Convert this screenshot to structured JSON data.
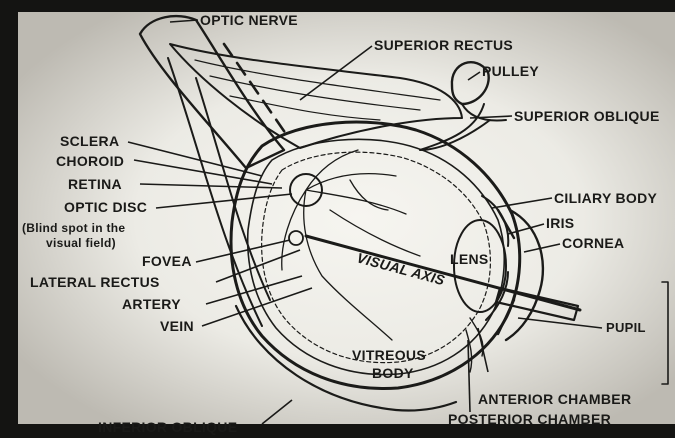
{
  "colors": {
    "paper": "#d9d6cf",
    "frame": "#141412",
    "ink": "#1b1b19",
    "highlight": "#f2f1ec"
  },
  "labels": {
    "optic_nerve": "OPTIC NERVE",
    "superior_rectus": "SUPERIOR RECTUS",
    "pulley": "PULLEY",
    "superior_oblique": "SUPERIOR OBLIQUE",
    "sclera": "SCLERA",
    "choroid": "CHOROID",
    "retina": "RETINA",
    "optic_disc": "OPTIC DISC",
    "blind_spot_line1": "(Blind spot in the",
    "blind_spot_line2": "visual field)",
    "fovea": "FOVEA",
    "lateral_rectus": "LATERAL RECTUS",
    "artery": "ARTERY",
    "vein": "VEIN",
    "ciliary_body": "CILIARY BODY",
    "iris": "IRIS",
    "cornea": "CORNEA",
    "lens": "LENS",
    "visual_axis": "VISUAL AXIS",
    "pupil": "PUPIL",
    "vitreous_line1": "VITREOUS",
    "vitreous_line2": "BODY",
    "anterior_chamber": "ANTERIOR CHAMBER",
    "posterior_chamber": "POSTERIOR CHAMBER",
    "inferior_oblique": "INFERIOR OBLIQUE"
  }
}
